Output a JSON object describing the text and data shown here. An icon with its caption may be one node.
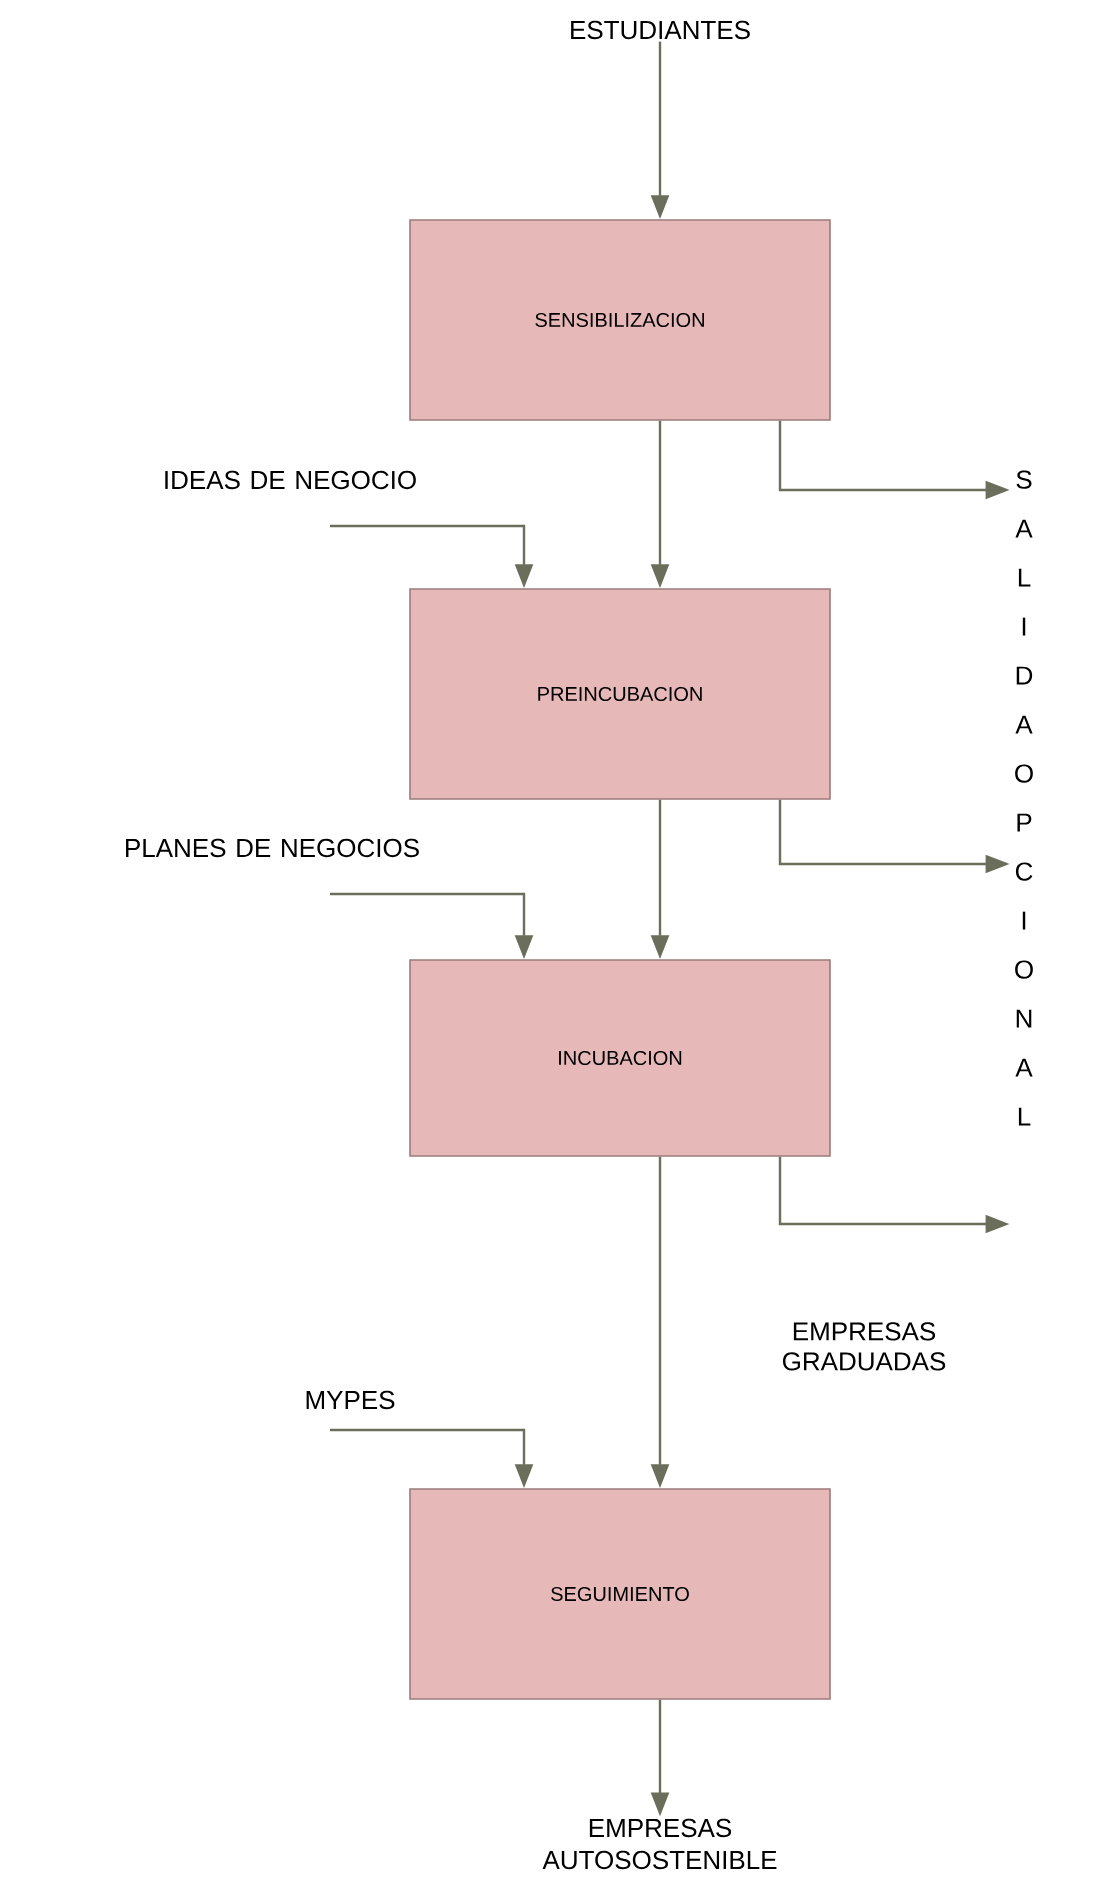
{
  "diagram": {
    "nodes": [
      {
        "text": [
          "ESTUDIANTES"
        ]
      },
      {
        "text": [
          "SENSIBILIZACION"
        ]
      },
      {
        "text": [
          "IDEAS DE NEGOCIO"
        ]
      },
      {
        "text": [
          "PREINCUBACION"
        ]
      },
      {
        "text": [
          "PLANES DE NEGOCIOS"
        ]
      },
      {
        "text": [
          "INCUBACION"
        ]
      },
      {
        "text": [
          "MYPES"
        ]
      },
      {
        "text": [
          "SEGUIMIENTO"
        ]
      },
      {
        "text": [
          "EMPRESAS AUTOSOSTENIBLE"
        ]
      },
      {
        "text": [
          "SALIDA OPCIONAL"
        ]
      }
    ],
    "edges": [
      {
        "from": 0,
        "to": 1,
        "arrow": "to"
      },
      {
        "from": 1,
        "to": 3,
        "arrow": "to"
      },
      {
        "from": 2,
        "to": 3,
        "arrow": "to"
      },
      {
        "from": 3,
        "to": 5,
        "arrow": "to"
      },
      {
        "from": 4,
        "to": 5,
        "arrow": "to"
      },
      {
        "from": 5,
        "to": 7,
        "arrow": "to",
        "label": "EMPRESAS GRADUADAS"
      },
      {
        "from": 6,
        "to": 7,
        "arrow": "to"
      },
      {
        "from": 7,
        "to": 8,
        "arrow": "to"
      },
      {
        "from": 1,
        "to": 9,
        "arrow": "to"
      },
      {
        "from": 3,
        "to": 9,
        "arrow": "to"
      },
      {
        "from": 5,
        "to": 9,
        "arrow": "to"
      }
    ]
  }
}
